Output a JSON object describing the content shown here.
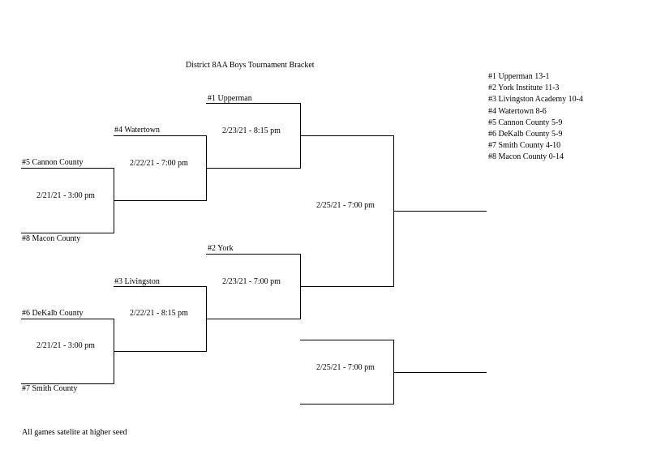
{
  "title": "District 8AA Boys Tournament Bracket",
  "standings": [
    "#1 Upperman 13-1",
    "#2 York Institute 11-3",
    "#3 Livingston Academy 10-4",
    "#4 Watertown 8-6",
    "#5 Cannon County 5-9",
    "#6 DeKalb County 5-9",
    "#7 Smith County 4-10",
    "#8 Macon County 0-14"
  ],
  "bracket": {
    "round1": {
      "game1": {
        "top": "#5 Cannon County",
        "bottom": "#8 Macon County",
        "time": "2/21/21 - 3:00 pm"
      },
      "game2": {
        "top": "#6 DeKalb County",
        "bottom": "#7 Smith County",
        "time": "2/21/21 - 3:00 pm"
      }
    },
    "round2": {
      "game1": {
        "top": "#4 Watertown",
        "time": "2/22/21 - 7:00 pm"
      },
      "game2": {
        "top": "#3 Livingston",
        "time": "2/22/21 - 8:15 pm"
      }
    },
    "semis": {
      "game1": {
        "top": "#1 Upperman",
        "time": "2/23/21 - 8:15 pm"
      },
      "game2": {
        "top": "#2 York",
        "time": "2/23/21 - 7:00 pm"
      }
    },
    "final": {
      "time": "2/25/21 - 7:00 pm"
    },
    "consolation": {
      "time": "2/25/21 - 7:00 pm"
    }
  },
  "footer": "All games satelite at higher seed"
}
